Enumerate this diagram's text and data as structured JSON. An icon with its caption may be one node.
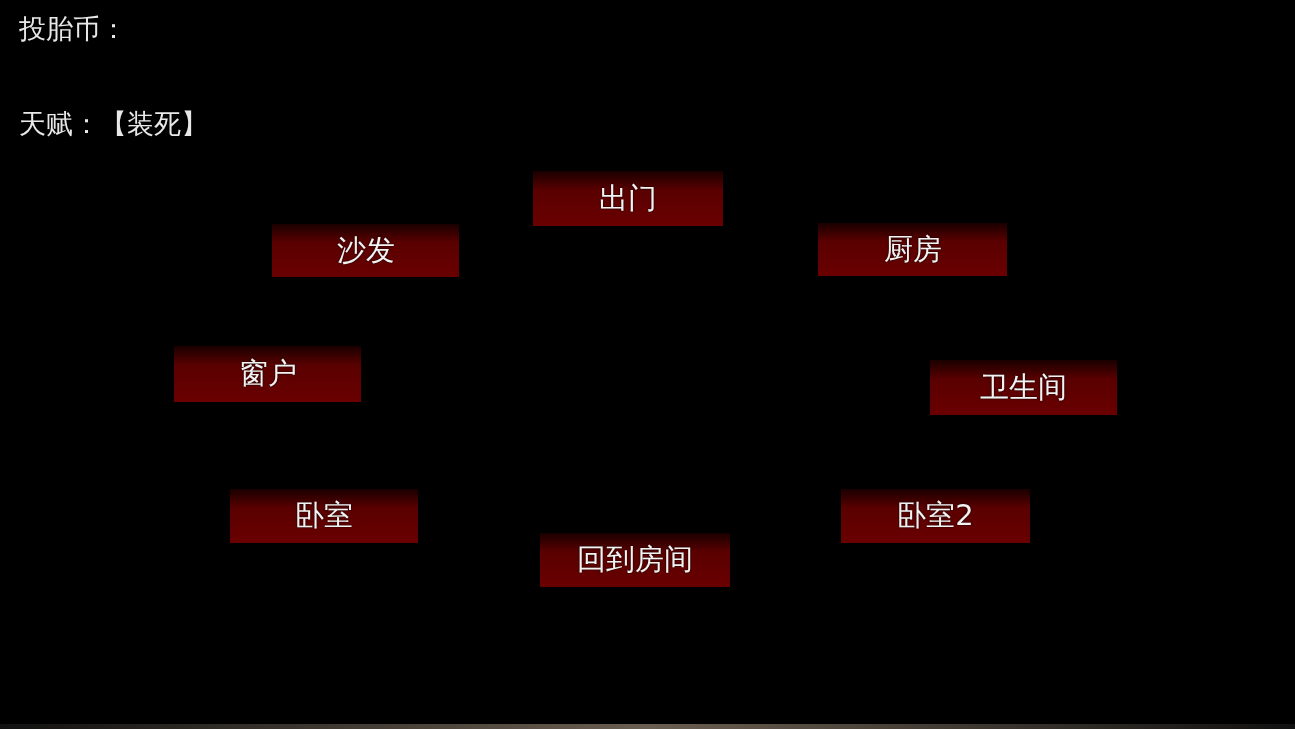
{
  "diagram": {
    "nodes": [
      {
        "text": [
          "出门"
        ]
      },
      {
        "text": [
          "沙发"
        ]
      },
      {
        "text": [
          "厨房"
        ]
      },
      {
        "text": [
          "窗户"
        ]
      },
      {
        "text": [
          "卫生间"
        ]
      },
      {
        "text": [
          "卧室"
        ]
      },
      {
        "text": [
          "卧室2"
        ]
      },
      {
        "text": [
          "回到房间"
        ]
      }
    ],
    "labels": [
      "投胎币：",
      "天赋：【装死】"
    ]
  }
}
